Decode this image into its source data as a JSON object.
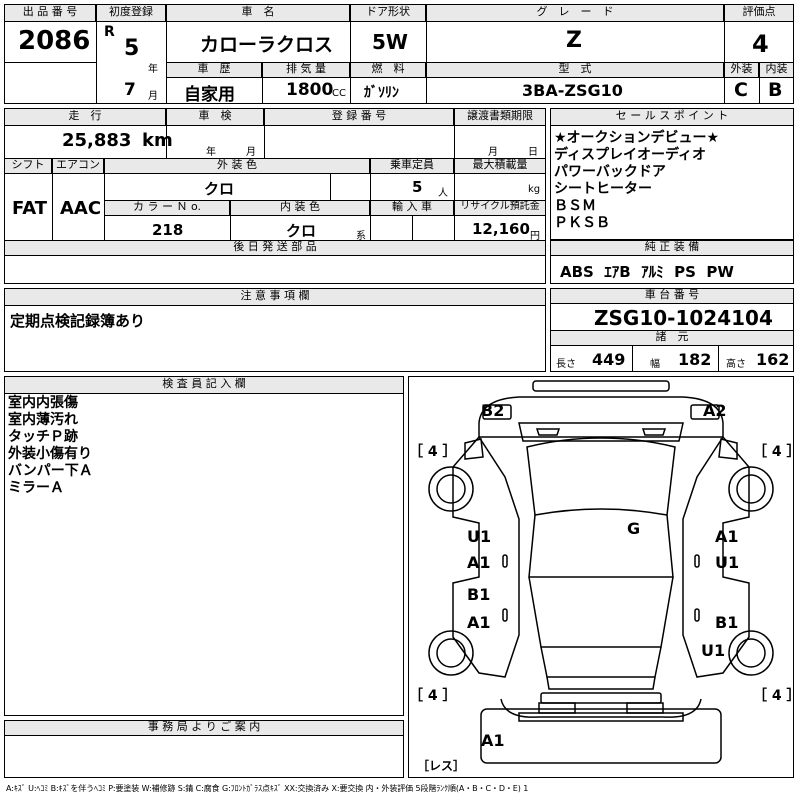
{
  "header": {
    "lot_label": "出 品 番 号",
    "lot_no": "2086",
    "reg_label": "初度登録",
    "era": "R",
    "year": "5",
    "year_unit": "年",
    "month": "7",
    "month_unit": "月",
    "name_label": "車　名",
    "name": "カローラクロス",
    "door_label": "ドア形状",
    "door": "5W",
    "grade_label": "グ　レ　ー　ド",
    "grade": "Z",
    "score_label": "評価点",
    "score": "4",
    "history_label": "車　歴",
    "history": "自家用",
    "disp_label": "排 気 量",
    "disp": "1800",
    "disp_unit": "CC",
    "fuel_label": "燃　料",
    "fuel": "ｶﾞｿﾘﾝ",
    "model_label": "型　式",
    "model": "3BA-ZSG10",
    "ext_label": "外装",
    "ext": "C",
    "int_label": "内装",
    "int": "B"
  },
  "row2": {
    "mileage_label": "走　行",
    "mileage": "25,883",
    "mileage_unit": "km",
    "inspection_label": "車　検",
    "insp_year": "年",
    "insp_month": "月",
    "plate_label": "登 録 番 号",
    "transfer_label": "譲渡書類期限",
    "tr_month": "月",
    "tr_day": "日",
    "shift_label": "シフト",
    "shift": "FAT",
    "ac_label": "エアコン",
    "ac": "AAC",
    "color_label": "外 装 色",
    "color": "クロ",
    "capacity_label": "乗車定員",
    "capacity": "5",
    "capacity_unit": "人",
    "load_label": "最大積載量",
    "load_unit": "kg",
    "colorno_label": "カ ラ ー Ｎ o.",
    "colorno": "218",
    "intcolor_label": "内 装 色",
    "intcolor": "クロ",
    "intcolor_unit": "系",
    "import_label": "輸 入 車",
    "recycle_label": "リサイクル預託金",
    "recycle": "12,160",
    "recycle_unit": "円",
    "later_label": "後 日 発 送 部 品"
  },
  "sales": {
    "label": "セ ー ル ス ポ イ ン ト",
    "items": [
      "★オークションデビュー★",
      "ディスプレイオーディオ",
      "パワーバックドア",
      "シートヒーター",
      "ＢＳＭ",
      "ＰＫＳＢ"
    ]
  },
  "equip": {
    "label": "純 正 装 備",
    "value": "ABS  ｴｱB  ｱﾙﾐ  PS  PW"
  },
  "notes": {
    "label": "注 意 事 項 欄",
    "value": "定期点検記録簿あり"
  },
  "chassis": {
    "label": "車 台 番 号",
    "value": "ZSG10-1024104"
  },
  "specs": {
    "label": "諸　元",
    "len_label": "長さ",
    "len": "449",
    "wid_label": "幅",
    "wid": "182",
    "hgt_label": "高さ",
    "hgt": "162"
  },
  "inspector": {
    "label": "検 査 員 記 入 欄",
    "items": [
      "室内内張傷",
      "室内薄汚れ",
      "タッチＰ跡",
      "外装小傷有り",
      "バンパー下Ａ",
      "ミラーＡ"
    ]
  },
  "office": {
    "label": "事 務 局 よ り ご 案 内"
  },
  "diagram": {
    "marks": [
      {
        "key": "b2",
        "text": "B2"
      },
      {
        "key": "a2",
        "text": "A2"
      },
      {
        "key": "g",
        "text": "G"
      },
      {
        "key": "u1l",
        "text": "U1"
      },
      {
        "key": "a1l",
        "text": "A1"
      },
      {
        "key": "b1l",
        "text": "B1"
      },
      {
        "key": "a1l2",
        "text": "A1"
      },
      {
        "key": "a1r",
        "text": "A1"
      },
      {
        "key": "u1r",
        "text": "U1"
      },
      {
        "key": "b1r",
        "text": "B1"
      },
      {
        "key": "u1r2",
        "text": "U1"
      },
      {
        "key": "a1b",
        "text": "A1"
      }
    ],
    "tyre_fl": "［ 4 ］",
    "tyre_fr": "［ 4 ］",
    "tyre_rl": "［ 4 ］",
    "tyre_rr": "［ 4 ］",
    "spare": "［レス］"
  },
  "legend": "A:ｷｽﾞ  U:ﾍｺﾐ  B:ｷｽﾞを伴うﾍｺﾐ  P:要塗装  W:補修跡  S:錆  C:腐食  G:ﾌﾛﾝﾄｶﾞﾗｽ点ｷｽﾞ  XX:交換済み  X:要交換   内・外装評価  5段階ﾗﾝｸ順(A・B・C・D・E)  1"
}
